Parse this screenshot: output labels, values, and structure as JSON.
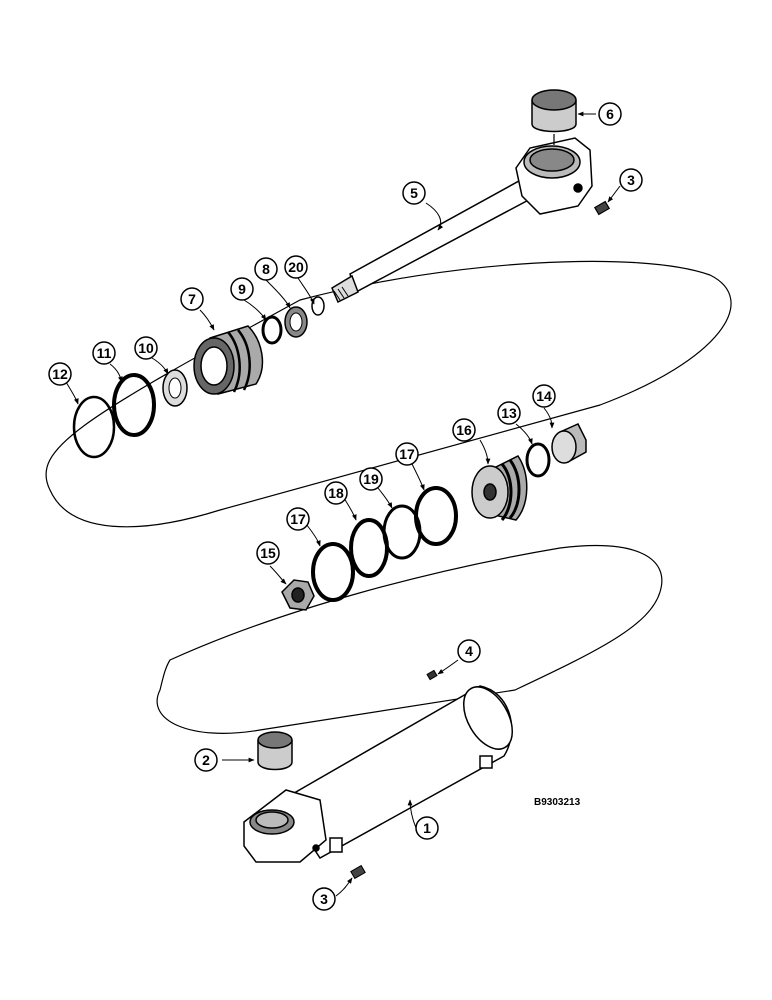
{
  "figure_code": "B9303213",
  "callouts": {
    "c1": "1",
    "c2": "2",
    "c3a": "3",
    "c3b": "3",
    "c4": "4",
    "c5": "5",
    "c6": "6",
    "c7": "7",
    "c8": "8",
    "c9": "9",
    "c10": "10",
    "c11": "11",
    "c12": "12",
    "c13": "13",
    "c14": "14",
    "c15": "15",
    "c16": "16",
    "c17a": "17",
    "c17b": "17",
    "c18": "18",
    "c19": "19",
    "c20": "20"
  }
}
